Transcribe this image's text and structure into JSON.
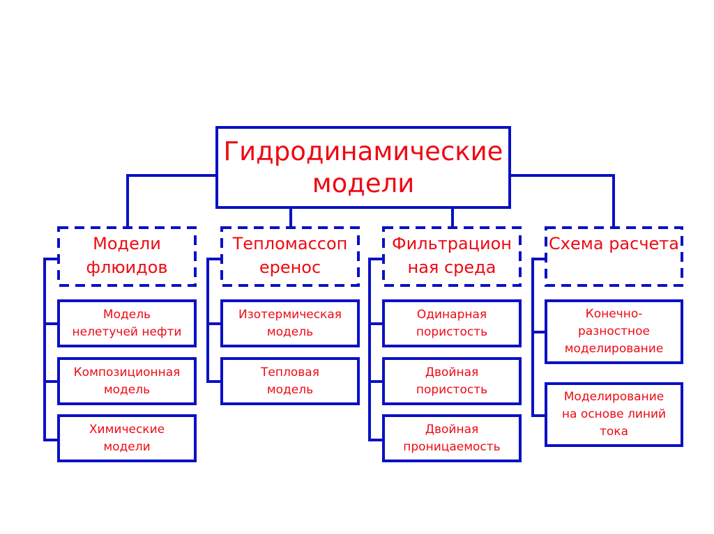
{
  "colors": {
    "line": "#0a10c4",
    "text": "#ee0a14"
  },
  "root": {
    "lines": [
      "Гидродинамические",
      "модели"
    ]
  },
  "categories": [
    {
      "lines": [
        "Модели",
        "флюидов"
      ],
      "children": [
        {
          "lines": [
            "Модель",
            "нелетучей нефти"
          ]
        },
        {
          "lines": [
            "Композиционная",
            "модель"
          ]
        },
        {
          "lines": [
            "Химические",
            "модели"
          ]
        }
      ]
    },
    {
      "lines": [
        "Тепломассоп",
        "еренос"
      ],
      "children": [
        {
          "lines": [
            "Изотермическая",
            "модель"
          ]
        },
        {
          "lines": [
            "Тепловая",
            "модель"
          ]
        }
      ]
    },
    {
      "lines": [
        "Фильтрацион",
        "ная среда"
      ],
      "children": [
        {
          "lines": [
            "Одинарная",
            "пористость"
          ]
        },
        {
          "lines": [
            "Двойная",
            "пористость"
          ]
        },
        {
          "lines": [
            "Двойная",
            "проницаемость"
          ]
        }
      ]
    },
    {
      "lines": [
        "Схема расчета"
      ],
      "children": [
        {
          "lines": [
            "Конечно-",
            "разностное",
            "моделирование"
          ]
        },
        {
          "lines": [
            "Моделирование",
            "на основе линий",
            "тока"
          ]
        }
      ]
    }
  ]
}
